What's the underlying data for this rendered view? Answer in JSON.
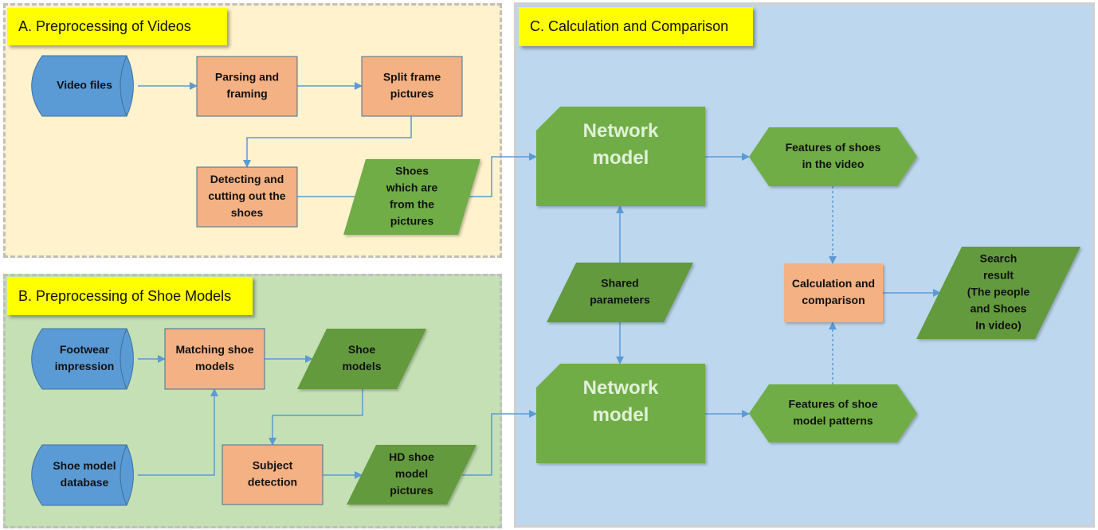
{
  "colors": {
    "panel_a_bg": "#FFF2CC",
    "panel_b_bg": "#C5E0B4",
    "panel_c_bg": "#BDD7EE",
    "title_bg": "#FFFF00",
    "process": "#F4B183",
    "database": "#5B9BD5",
    "data_light_green": "#70AD47",
    "data_dark_green": "#629A3E",
    "network_text": "#E2F0D9",
    "arrow": "#5B9BD5"
  },
  "panels": {
    "a": {
      "title": "A. Preprocessing of Videos"
    },
    "b": {
      "title": "B. Preprocessing of Shoe Models"
    },
    "c": {
      "title": "C. Calculation and Comparison"
    }
  },
  "nodes": {
    "video_files": [
      "Video files"
    ],
    "parsing": [
      "Parsing and",
      "framing"
    ],
    "split": [
      "Split frame",
      "pictures"
    ],
    "detecting": [
      "Detecting and",
      "cutting out the",
      "shoes"
    ],
    "shoes_pictures": [
      "Shoes",
      "which are",
      "from the",
      "pictures"
    ],
    "footwear": [
      "Footwear",
      "impression"
    ],
    "matching": [
      "Matching shoe",
      "models"
    ],
    "shoe_models": [
      "Shoe",
      "models"
    ],
    "shoe_db": [
      "Shoe model",
      "database"
    ],
    "subject": [
      "Subject",
      "detection"
    ],
    "hd_shoe": [
      "HD shoe",
      "model",
      "pictures"
    ],
    "network1": [
      "Network",
      "model"
    ],
    "network2": [
      "Network",
      "model"
    ],
    "features_video": [
      "Features of shoes",
      "in the video"
    ],
    "features_model": [
      "Features of shoe",
      "model patterns"
    ],
    "shared": [
      "Shared",
      "parameters"
    ],
    "calc": [
      "Calculation and",
      "comparison"
    ],
    "search": [
      "Search",
      "result",
      "(The people",
      "and Shoes",
      "In video)"
    ]
  },
  "edges": [
    {
      "from": "video_files",
      "to": "parsing",
      "style": "solid"
    },
    {
      "from": "parsing",
      "to": "split",
      "style": "solid"
    },
    {
      "from": "split",
      "to": "detecting",
      "style": "solid"
    },
    {
      "from": "detecting",
      "to": "shoes_pictures",
      "style": "solid"
    },
    {
      "from": "shoes_pictures",
      "to": "network1",
      "style": "solid"
    },
    {
      "from": "footwear",
      "to": "matching",
      "style": "solid"
    },
    {
      "from": "shoe_db",
      "to": "matching",
      "style": "solid"
    },
    {
      "from": "matching",
      "to": "shoe_models",
      "style": "solid"
    },
    {
      "from": "shoe_models",
      "to": "subject",
      "style": "solid"
    },
    {
      "from": "subject",
      "to": "hd_shoe",
      "style": "solid"
    },
    {
      "from": "hd_shoe",
      "to": "network2",
      "style": "solid"
    },
    {
      "from": "shared",
      "to": "network1",
      "style": "solid"
    },
    {
      "from": "shared",
      "to": "network2",
      "style": "solid"
    },
    {
      "from": "network1",
      "to": "features_video",
      "style": "solid"
    },
    {
      "from": "network2",
      "to": "features_model",
      "style": "solid"
    },
    {
      "from": "features_video",
      "to": "calc",
      "style": "dotted"
    },
    {
      "from": "features_model",
      "to": "calc",
      "style": "dotted"
    },
    {
      "from": "calc",
      "to": "search",
      "style": "solid"
    }
  ]
}
